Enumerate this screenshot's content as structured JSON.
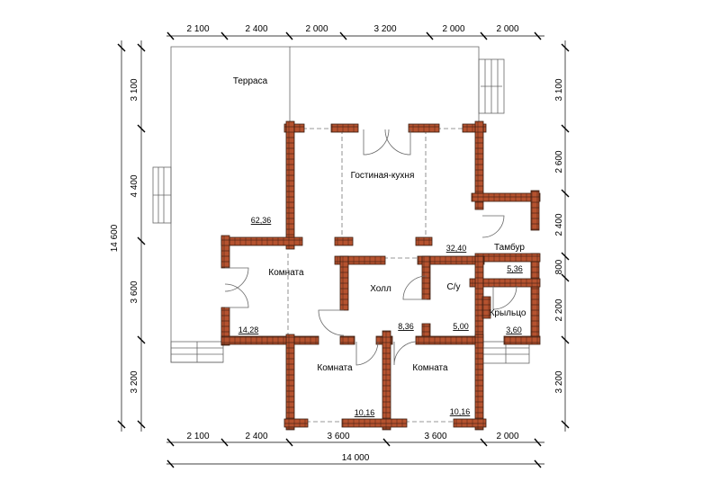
{
  "top_dims": [
    "2 100",
    "2 400",
    "2 000",
    "3 200",
    "2 000",
    "2 000"
  ],
  "bottom_dims": [
    "2 100",
    "2 400",
    "3 600",
    "3 600",
    "2 000"
  ],
  "bottom_total": "14 000",
  "left_dims": [
    "3 100",
    "4 400",
    "3 600",
    "3 200"
  ],
  "left_total": "14 600",
  "right_dims": [
    "3 100",
    "2 600",
    "2 400",
    "800",
    "2 200",
    "3 200"
  ],
  "rooms": {
    "terrace": "Терраса",
    "living_kitchen": "Гостиная-кухня",
    "vestibule": "Тамбур",
    "room_left": "Комната",
    "hall": "Холл",
    "bathroom": "С/у",
    "porch": "Крыльцо",
    "room_bottom_left": "Комната",
    "room_bottom_right": "Комната"
  },
  "areas": {
    "terrace": "62,36",
    "living_kitchen": "32,40",
    "vestibule": "5,36",
    "room_left": "14,28",
    "hall": "8,36",
    "bathroom": "5,00",
    "porch": "3,60",
    "room_bottom_left": "10,16",
    "room_bottom_right": "10,16"
  },
  "colors": {
    "wall": "#b5522f",
    "wall_edge": "#3a1d10",
    "line": "#000000"
  }
}
